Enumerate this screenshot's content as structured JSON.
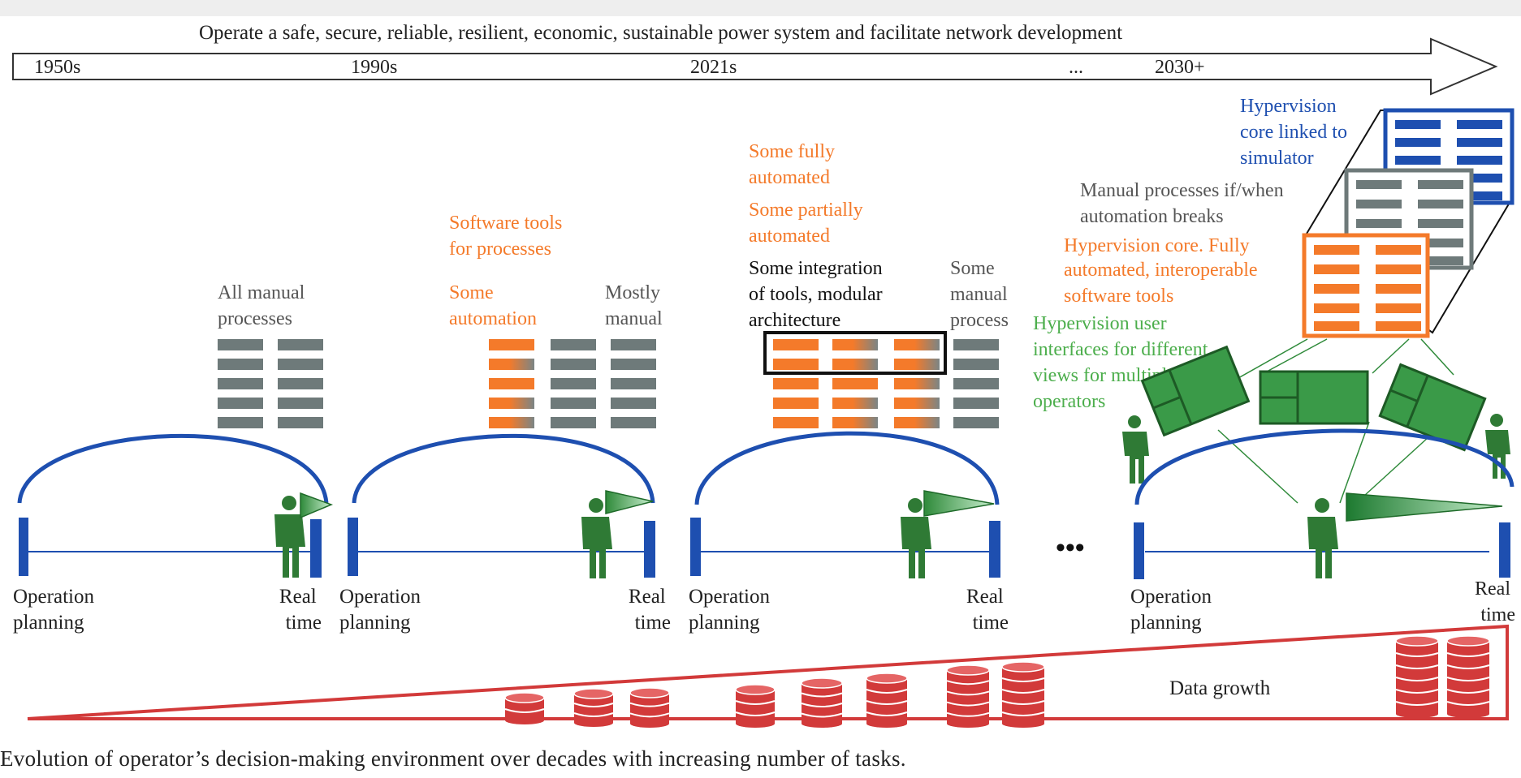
{
  "banner": {
    "goal": "Operate a safe, secure, reliable, resilient, economic, sustainable power system and facilitate network development",
    "eras": [
      "1950s",
      "1990s",
      "2021s",
      "...",
      "2030+"
    ]
  },
  "stages": [
    {
      "notes": {
        "right": [
          "All manual",
          "processes"
        ]
      },
      "timeline": {
        "start": [
          "Operation",
          "planning"
        ],
        "end": [
          "Real",
          "time"
        ]
      }
    },
    {
      "notes": {
        "tools": [
          "Software tools",
          "for processes"
        ],
        "left": [
          "Some",
          "automation"
        ],
        "right": [
          "Mostly",
          "manual"
        ]
      },
      "timeline": {
        "start": [
          "Operation",
          "planning"
        ],
        "end": [
          "Real",
          "time"
        ]
      }
    },
    {
      "notes": {
        "full": [
          "Some fully",
          "automated"
        ],
        "partial": [
          "Some partially",
          "automated"
        ],
        "integration": [
          "Some integration",
          "of tools, modular",
          "architecture"
        ],
        "right": [
          "Some",
          "manual",
          "process"
        ]
      },
      "timeline": {
        "start": [
          "Operation",
          "planning"
        ],
        "end": [
          "Real",
          "time"
        ]
      }
    },
    {
      "notes": {
        "simulator": [
          "Hypervision",
          "core linked to",
          "simulator"
        ],
        "manual": [
          "Manual processes if/when",
          "automation breaks"
        ],
        "core": [
          "Hypervision core. Fully",
          "automated, interoperable",
          "software tools"
        ],
        "ui": [
          "Hypervision user",
          "interfaces for different",
          "views for multiple",
          "operators"
        ]
      },
      "timeline": {
        "start": [
          "Operation",
          "planning"
        ],
        "end": [
          "Real",
          "time"
        ]
      }
    }
  ],
  "ellipsis": "•••",
  "data_growth_label": "Data growth",
  "caption": "Evolution of operator’s decision-making environment over decades with increasing number of tasks.",
  "colors": {
    "blue": "#1e4fb0",
    "orange": "#f47a2a",
    "gray": "#6e7a7a",
    "green": "#3a9a48",
    "person": "#2f7a35",
    "red": "#d23a3a",
    "text": "#333333",
    "black": "#111111"
  },
  "icons": [
    "arrow-icon",
    "person-icon",
    "flag-icon",
    "database-icon",
    "screen-icon",
    "process-grid-icon"
  ]
}
